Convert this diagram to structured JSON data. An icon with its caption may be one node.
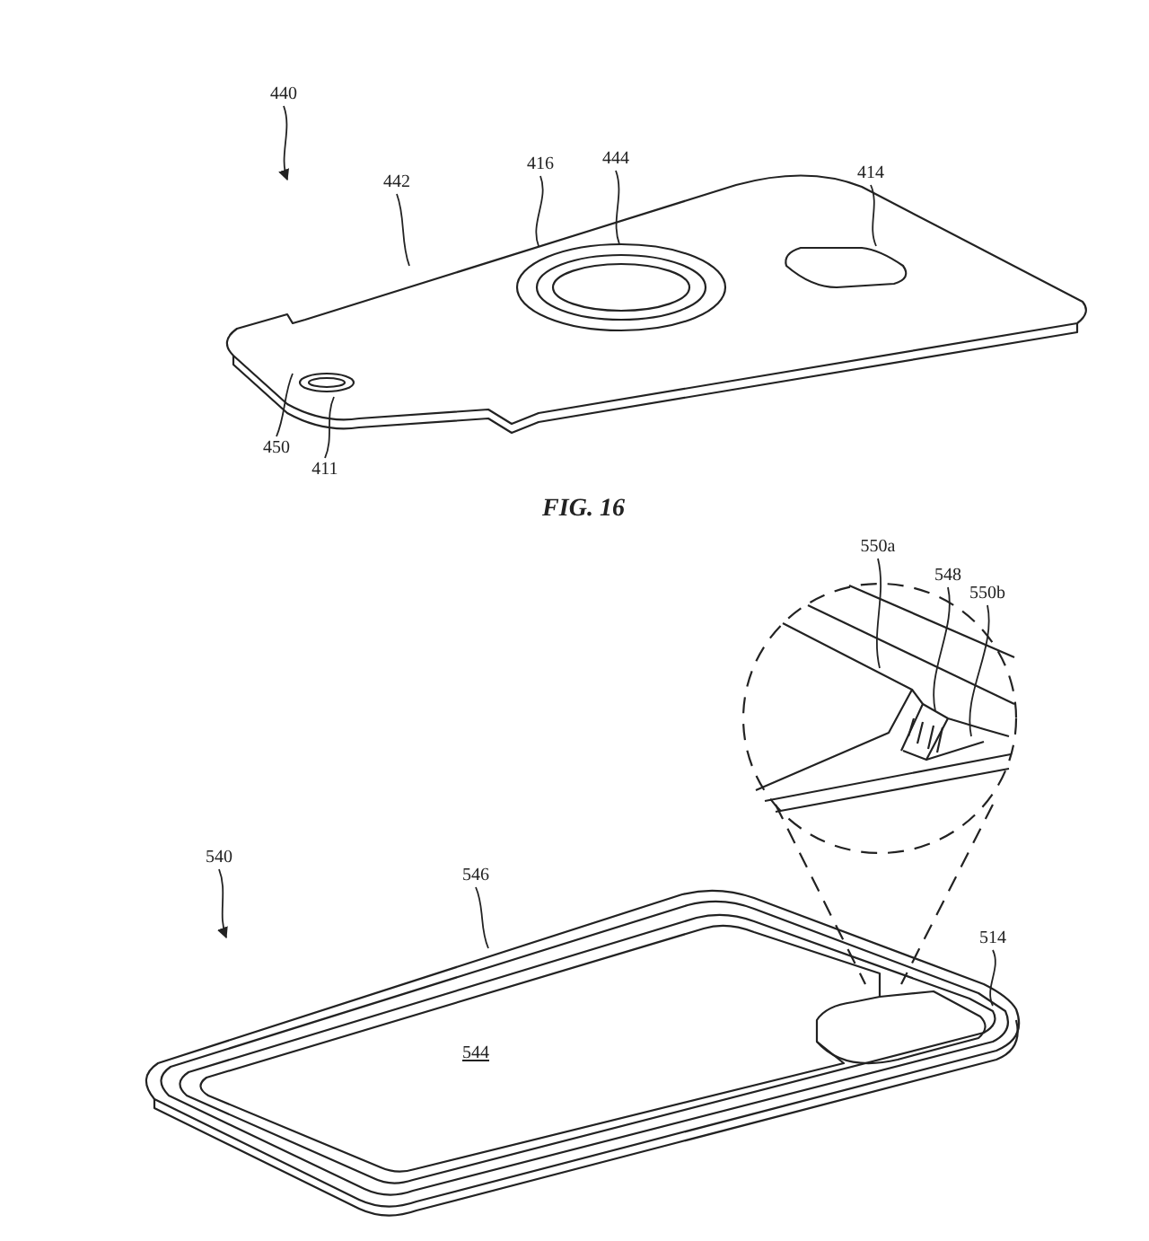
{
  "diagram": {
    "nodes": [
      {
        "text": [
          "440"
        ]
      },
      {
        "text": [
          "442"
        ]
      },
      {
        "text": [
          "416"
        ]
      },
      {
        "text": [
          "444"
        ]
      },
      {
        "text": [
          "414"
        ]
      },
      {
        "text": [
          "450"
        ]
      },
      {
        "text": [
          "411"
        ]
      },
      {
        "text": [
          "550a"
        ]
      },
      {
        "text": [
          "548"
        ]
      },
      {
        "text": [
          "550b"
        ]
      },
      {
        "text": [
          "540"
        ]
      },
      {
        "text": [
          "546"
        ]
      },
      {
        "text": [
          "514"
        ]
      }
    ],
    "edges": [
      {
        "from": 0,
        "to": null,
        "arrow": "to"
      },
      {
        "from": 1,
        "to": null,
        "arrow": "none"
      },
      {
        "from": 2,
        "to": null,
        "arrow": "none"
      },
      {
        "from": 3,
        "to": null,
        "arrow": "none"
      },
      {
        "from": 4,
        "to": null,
        "arrow": "none"
      },
      {
        "from": 5,
        "to": null,
        "arrow": "none"
      },
      {
        "from": 6,
        "to": null,
        "arrow": "none"
      },
      {
        "from": 7,
        "to": null,
        "arrow": "none"
      },
      {
        "from": 8,
        "to": null,
        "arrow": "none"
      },
      {
        "from": 9,
        "to": null,
        "arrow": "none"
      },
      {
        "from": 10,
        "to": null,
        "arrow": "to"
      },
      {
        "from": 11,
        "to": null,
        "arrow": "none"
      },
      {
        "from": 12,
        "to": null,
        "arrow": "none"
      }
    ],
    "labels": [
      "FIG. 16",
      "544"
    ]
  }
}
